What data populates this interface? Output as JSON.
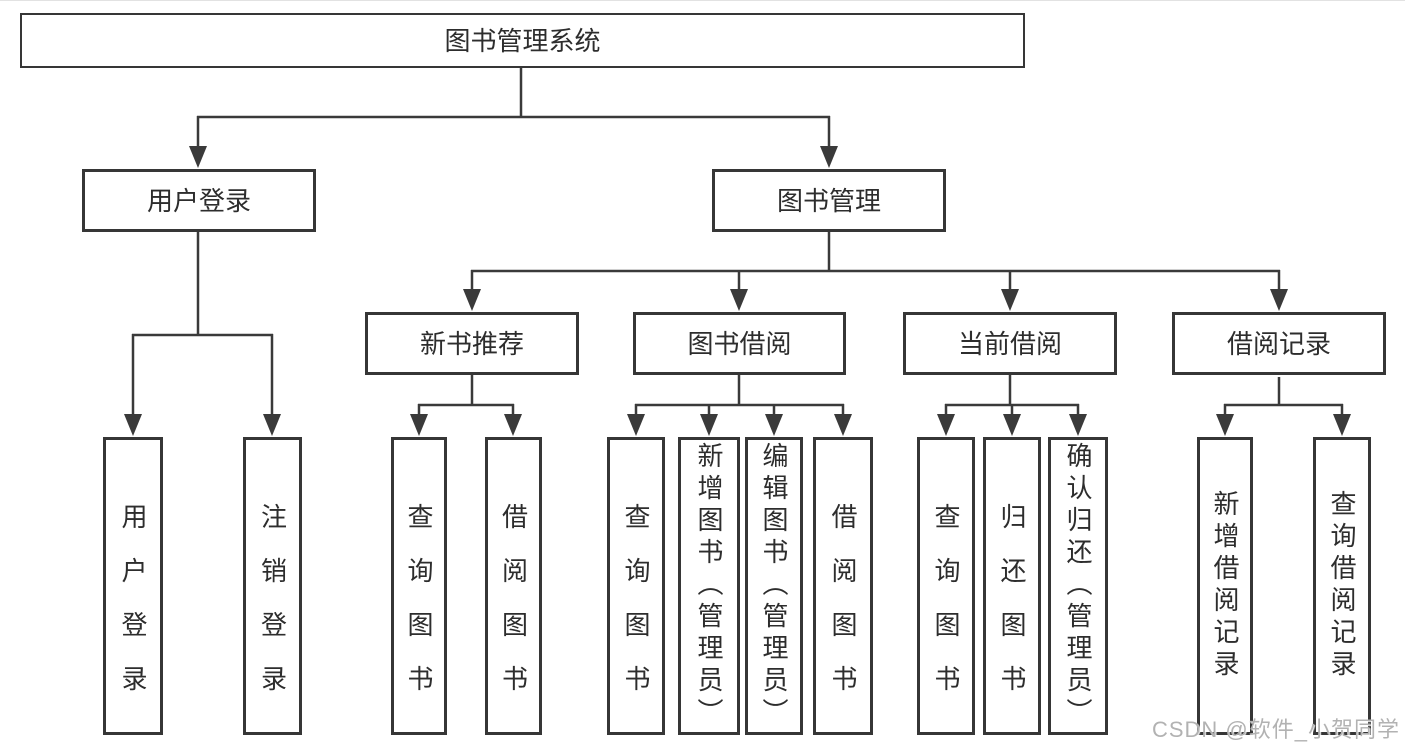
{
  "diagram_title": "图书管理系统",
  "nodes": {
    "root": {
      "label": "图书管理系统"
    },
    "user_login": {
      "label": "用户登录"
    },
    "book_management": {
      "label": "图书管理"
    },
    "new_book_recommend": {
      "label": "新书推荐"
    },
    "book_borrow": {
      "label": "图书借阅"
    },
    "current_borrow": {
      "label": "当前借阅"
    },
    "borrow_records": {
      "label": "借阅记录"
    },
    "leaf_user_login": {
      "label": "用户登录"
    },
    "leaf_logout": {
      "label": "注销登录"
    },
    "leaf_recommend_query": {
      "label": "查询图书"
    },
    "leaf_recommend_borrow": {
      "label": "借阅图书"
    },
    "leaf_borrow_query": {
      "label": "查询图书"
    },
    "leaf_borrow_add_admin": {
      "label": "新增图书（管理员）"
    },
    "leaf_borrow_edit_admin": {
      "label": "编辑图书（管理员）"
    },
    "leaf_borrow_borrow": {
      "label": "借阅图书"
    },
    "leaf_current_query": {
      "label": "查询图书"
    },
    "leaf_current_return": {
      "label": "归还图书"
    },
    "leaf_current_confirm_admin": {
      "label": "确认归还（管理员）"
    },
    "leaf_records_add": {
      "label": "新增借阅记录"
    },
    "leaf_records_query": {
      "label": "查询借阅记录"
    }
  },
  "watermark": {
    "text": "CSDN @软件_小贺同学"
  },
  "colors": {
    "line": "#3a3a3a",
    "box_border": "#363636",
    "text": "#2d2d2d",
    "background": "#ffffff",
    "watermark": "#b2b2b2"
  }
}
